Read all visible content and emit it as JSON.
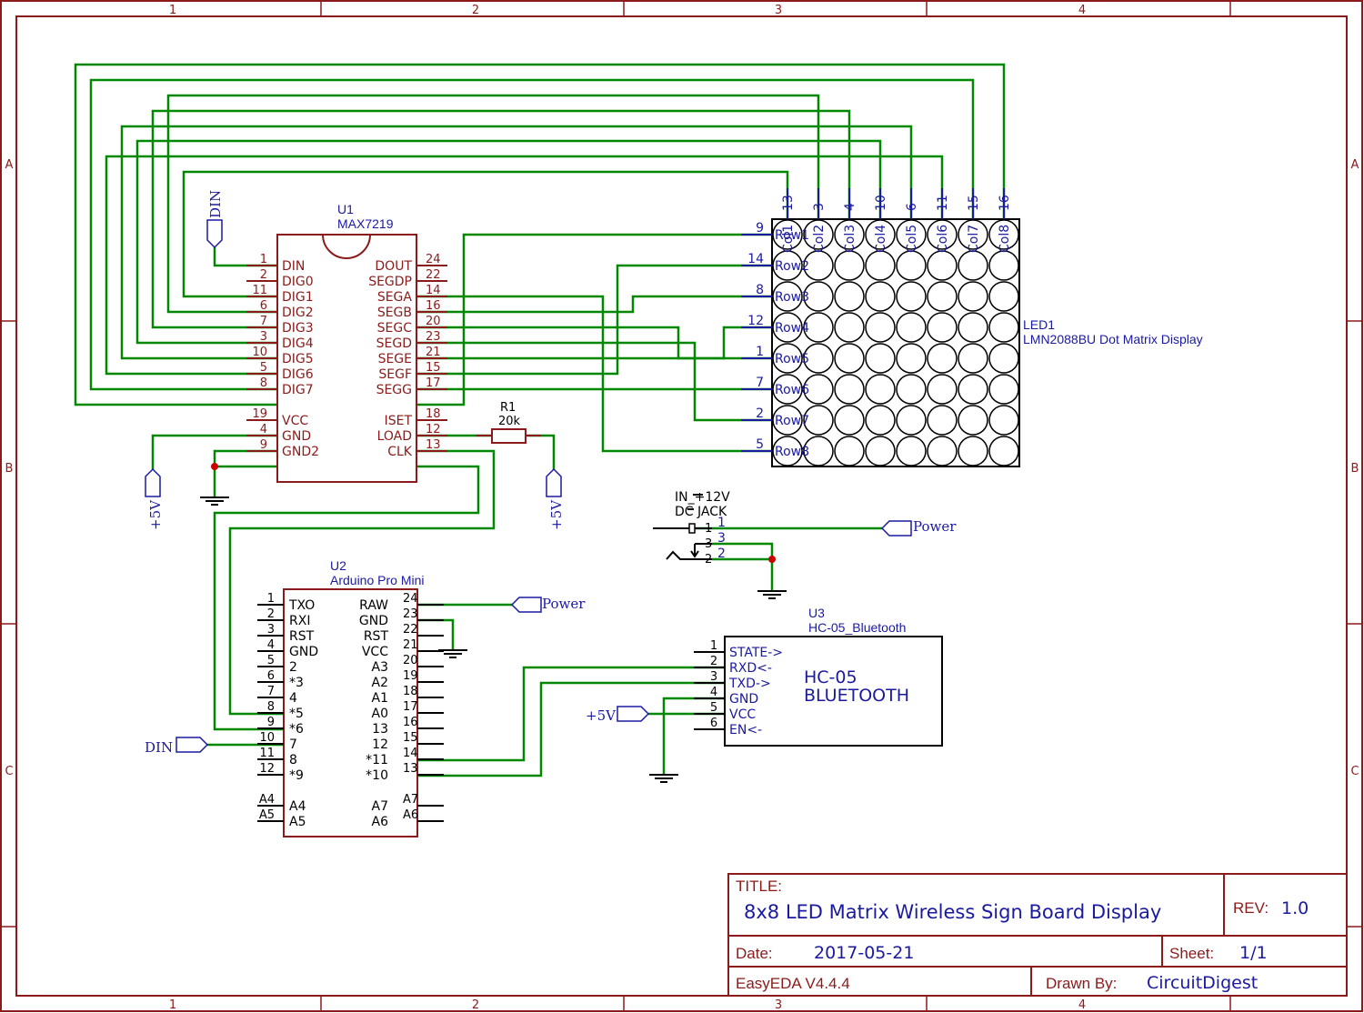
{
  "border": {
    "columns": [
      "1",
      "2",
      "3",
      "4"
    ],
    "rows": [
      "A",
      "B",
      "C"
    ]
  },
  "title_block": {
    "title_label": "TITLE:",
    "title": "8x8 LED Matrix Wireless Sign Board Display",
    "rev_label": "REV:",
    "rev": "1.0",
    "date_label": "Date:",
    "date": "2017-05-21",
    "sheet_label": "Sheet:",
    "sheet": "1/1",
    "tool": "EasyEDA V4.4.4",
    "drawn_by_label": "Drawn By:",
    "drawn_by": "CircuitDigest"
  },
  "u1": {
    "ref": "U1",
    "part": "MAX7219",
    "left_pins": [
      {
        "num": "1",
        "name": "DIN"
      },
      {
        "num": "2",
        "name": "DIG0"
      },
      {
        "num": "11",
        "name": "DIG1"
      },
      {
        "num": "6",
        "name": "DIG2"
      },
      {
        "num": "7",
        "name": "DIG3"
      },
      {
        "num": "3",
        "name": "DIG4"
      },
      {
        "num": "10",
        "name": "DIG5"
      },
      {
        "num": "5",
        "name": "DIG6"
      },
      {
        "num": "8",
        "name": "DIG7"
      },
      {
        "num": "19",
        "name": "VCC"
      },
      {
        "num": "4",
        "name": "GND"
      },
      {
        "num": "9",
        "name": "GND2"
      }
    ],
    "right_pins": [
      {
        "num": "24",
        "name": "DOUT"
      },
      {
        "num": "22",
        "name": "SEGDP"
      },
      {
        "num": "14",
        "name": "SEGA"
      },
      {
        "num": "16",
        "name": "SEGB"
      },
      {
        "num": "20",
        "name": "SEGC"
      },
      {
        "num": "23",
        "name": "SEGD"
      },
      {
        "num": "21",
        "name": "SEGE"
      },
      {
        "num": "15",
        "name": "SEGF"
      },
      {
        "num": "17",
        "name": "SEGG"
      },
      {
        "num": "18",
        "name": "ISET"
      },
      {
        "num": "12",
        "name": "LOAD"
      },
      {
        "num": "13",
        "name": "CLK"
      }
    ]
  },
  "r1": {
    "ref": "R1",
    "value": "20k"
  },
  "led1": {
    "ref": "LED1",
    "part": "LMN2088BU Dot Matrix Display",
    "cols": [
      {
        "num": "13",
        "name": "Col1"
      },
      {
        "num": "3",
        "name": "Col2"
      },
      {
        "num": "4",
        "name": "Col3"
      },
      {
        "num": "10",
        "name": "Col4"
      },
      {
        "num": "6",
        "name": "Col5"
      },
      {
        "num": "11",
        "name": "Col6"
      },
      {
        "num": "15",
        "name": "Col7"
      },
      {
        "num": "16",
        "name": "Col8"
      }
    ],
    "rows": [
      {
        "num": "9",
        "name": "Row1"
      },
      {
        "num": "14",
        "name": "Row2"
      },
      {
        "num": "8",
        "name": "Row3"
      },
      {
        "num": "12",
        "name": "Row4"
      },
      {
        "num": "1",
        "name": "Row5"
      },
      {
        "num": "7",
        "name": "Row6"
      },
      {
        "num": "2",
        "name": "Row7"
      },
      {
        "num": "5",
        "name": "Row8"
      }
    ]
  },
  "jack": {
    "label1": "IN_+12V",
    "label2": "DC JACK",
    "pins_left": [
      "1",
      "3",
      "2"
    ],
    "pins_right": [
      "1",
      "3",
      "2"
    ]
  },
  "u2": {
    "ref": "U2",
    "part": "Arduino Pro Mini",
    "left_pins": [
      {
        "num": "1",
        "name": "TXO"
      },
      {
        "num": "2",
        "name": "RXI"
      },
      {
        "num": "3",
        "name": "RST"
      },
      {
        "num": "4",
        "name": "GND"
      },
      {
        "num": "5",
        "name": "2"
      },
      {
        "num": "6",
        "name": "*3"
      },
      {
        "num": "7",
        "name": "4"
      },
      {
        "num": "8",
        "name": "*5"
      },
      {
        "num": "9",
        "name": "*6"
      },
      {
        "num": "10",
        "name": "7"
      },
      {
        "num": "11",
        "name": "8"
      },
      {
        "num": "12",
        "name": "*9"
      },
      {
        "num": "A4",
        "name": "A4"
      },
      {
        "num": "A5",
        "name": "A5"
      }
    ],
    "right_pins": [
      {
        "num": "24",
        "name": "RAW"
      },
      {
        "num": "23",
        "name": "GND"
      },
      {
        "num": "22",
        "name": "RST"
      },
      {
        "num": "21",
        "name": "VCC"
      },
      {
        "num": "20",
        "name": "A3"
      },
      {
        "num": "19",
        "name": "A2"
      },
      {
        "num": "18",
        "name": "A1"
      },
      {
        "num": "17",
        "name": "A0"
      },
      {
        "num": "16",
        "name": "13"
      },
      {
        "num": "15",
        "name": "12"
      },
      {
        "num": "14",
        "name": "*11"
      },
      {
        "num": "13",
        "name": "*10"
      },
      {
        "num": "A7",
        "name": "A7"
      },
      {
        "num": "A6",
        "name": "A6"
      }
    ]
  },
  "u3": {
    "ref": "U3",
    "part": "HC-05_Bluetooth",
    "body_line1": "HC-05",
    "body_line2": "BLUETOOTH",
    "pins": [
      {
        "num": "1",
        "name": "STATE->"
      },
      {
        "num": "2",
        "name": "RXD<-"
      },
      {
        "num": "3",
        "name": "TXD->"
      },
      {
        "num": "4",
        "name": "GND"
      },
      {
        "num": "5",
        "name": "VCC"
      },
      {
        "num": "6",
        "name": "EN<-"
      }
    ]
  },
  "ports": {
    "din_top": "DIN",
    "din_left": "DIN",
    "vcc_left": "+5V",
    "vcc_right": "+5V",
    "power_jack": "Power",
    "power_arduino": "Power",
    "vcc_bt": "+5V"
  }
}
